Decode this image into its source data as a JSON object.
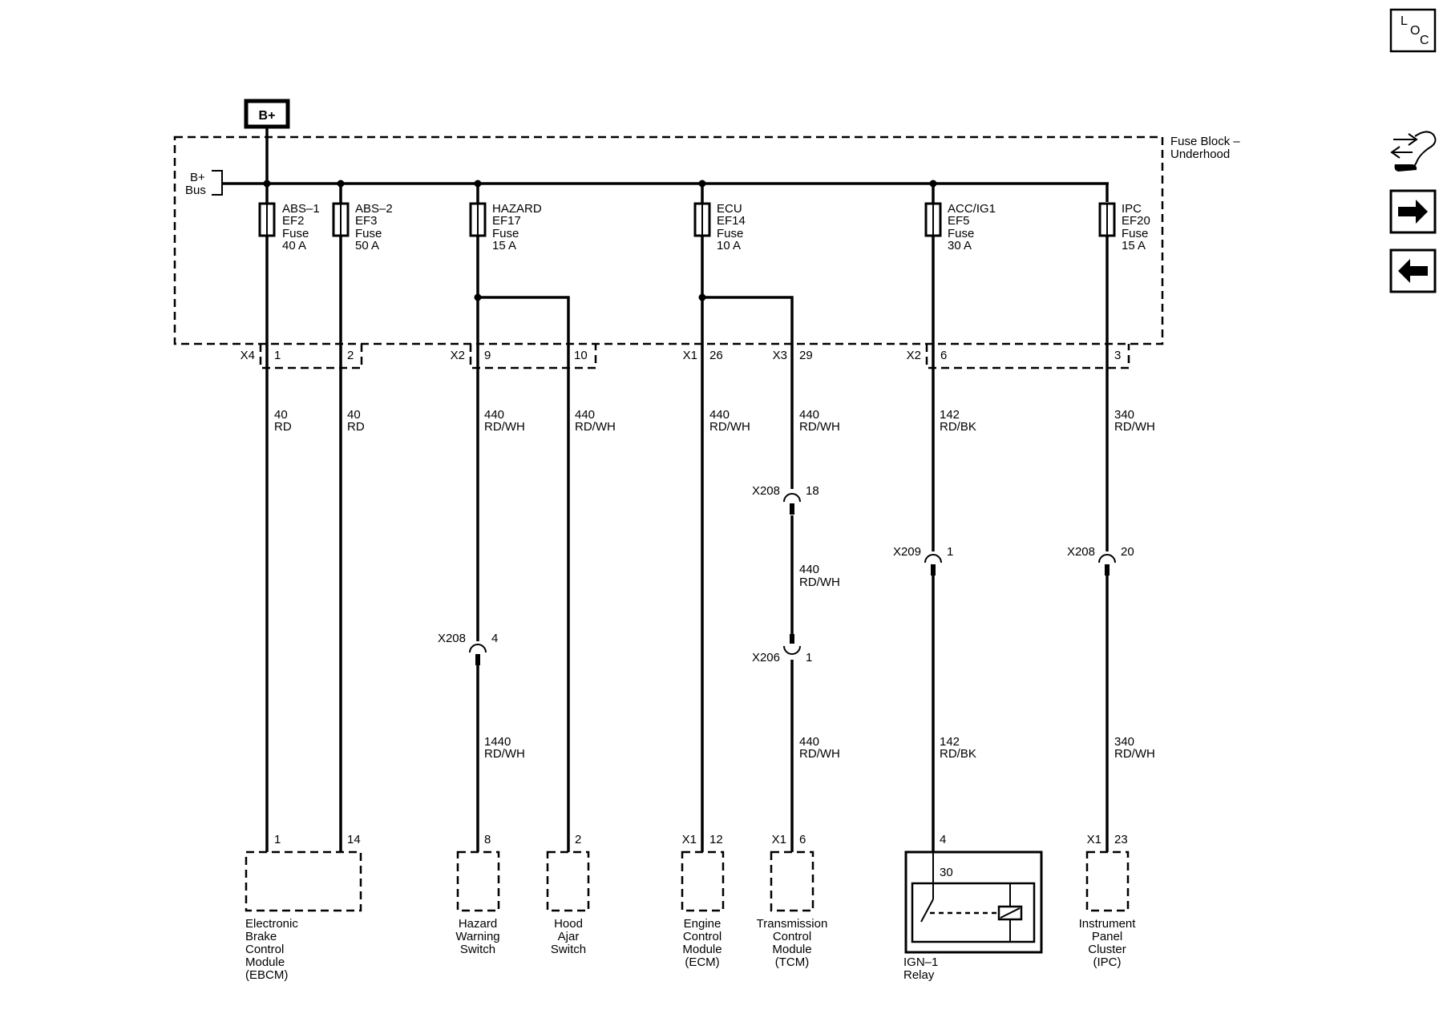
{
  "bplus_tag": "B+",
  "fuse_block_title": [
    "Fuse Block –",
    "Underhood"
  ],
  "bus_label": [
    "B+",
    "Bus"
  ],
  "nav": {
    "loc": [
      "L",
      "O",
      "C"
    ]
  },
  "fuses": [
    {
      "lines": [
        "ABS–1",
        "EF2",
        "Fuse",
        "40 A"
      ]
    },
    {
      "lines": [
        "ABS–2",
        "EF3",
        "Fuse",
        "50 A"
      ]
    },
    {
      "lines": [
        "HAZARD",
        "EF17",
        "Fuse",
        "15 A"
      ]
    },
    {
      "lines": [
        "ECU",
        "EF14",
        "Fuse",
        "10 A"
      ]
    },
    {
      "lines": [
        "ACC/IG1",
        "EF5",
        "Fuse",
        "30 A"
      ]
    },
    {
      "lines": [
        "IPC",
        "EF20",
        "Fuse",
        "15 A"
      ]
    }
  ],
  "block_connectors": [
    {
      "conn": "X4",
      "pins": [
        "1",
        "2"
      ]
    },
    {
      "conn": "X2",
      "pins": [
        "9",
        "10"
      ]
    },
    {
      "conn": "X1",
      "pins": [
        "26"
      ]
    },
    {
      "conn": "X3",
      "pins": [
        "29"
      ]
    },
    {
      "conn": "X2",
      "pins": [
        "6",
        "3"
      ]
    }
  ],
  "wire_labels": [
    {
      "circuit": "40",
      "color": "RD"
    },
    {
      "circuit": "40",
      "color": "RD"
    },
    {
      "circuit": "440",
      "color": "RD/WH"
    },
    {
      "circuit": "440",
      "color": "RD/WH"
    },
    {
      "circuit": "440",
      "color": "RD/WH"
    },
    {
      "circuit": "440",
      "color": "RD/WH"
    },
    {
      "circuit": "142",
      "color": "RD/BK"
    },
    {
      "circuit": "340",
      "color": "RD/WH"
    },
    {
      "circuit": "440",
      "color": "RD/WH"
    },
    {
      "circuit": "1440",
      "color": "RD/WH"
    },
    {
      "circuit": "440",
      "color": "RD/WH"
    },
    {
      "circuit": "142",
      "color": "RD/BK"
    },
    {
      "circuit": "340",
      "color": "RD/WH"
    }
  ],
  "inline_connectors": [
    {
      "conn": "X208",
      "pin": "18"
    },
    {
      "conn": "X209",
      "pin": "1"
    },
    {
      "conn": "X208",
      "pin": "20"
    },
    {
      "conn": "X208",
      "pin": "4"
    },
    {
      "conn": "X206",
      "pin": "1"
    }
  ],
  "component_pins": [
    {
      "conn": "",
      "pin": "1"
    },
    {
      "conn": "",
      "pin": "14"
    },
    {
      "conn": "",
      "pin": "8"
    },
    {
      "conn": "",
      "pin": "2"
    },
    {
      "conn": "X1",
      "pin": "12"
    },
    {
      "conn": "X1",
      "pin": "6"
    },
    {
      "conn": "",
      "pin": "4"
    },
    {
      "conn": "X1",
      "pin": "23"
    }
  ],
  "relay_pin": "30",
  "components": [
    {
      "lines": [
        "Electronic",
        "Brake",
        "Control",
        "Module",
        "(EBCM)"
      ]
    },
    {
      "lines": [
        "Hazard",
        "Warning",
        "Switch"
      ]
    },
    {
      "lines": [
        "Hood",
        "Ajar",
        "Switch"
      ]
    },
    {
      "lines": [
        "Engine",
        "Control",
        "Module",
        "(ECM)"
      ]
    },
    {
      "lines": [
        "Transmission",
        "Control",
        "Module",
        "(TCM)"
      ]
    },
    {
      "lines": [
        "IGN–1",
        "Relay"
      ]
    },
    {
      "lines": [
        "Instrument",
        "Panel",
        "Cluster",
        "(IPC)"
      ]
    }
  ]
}
